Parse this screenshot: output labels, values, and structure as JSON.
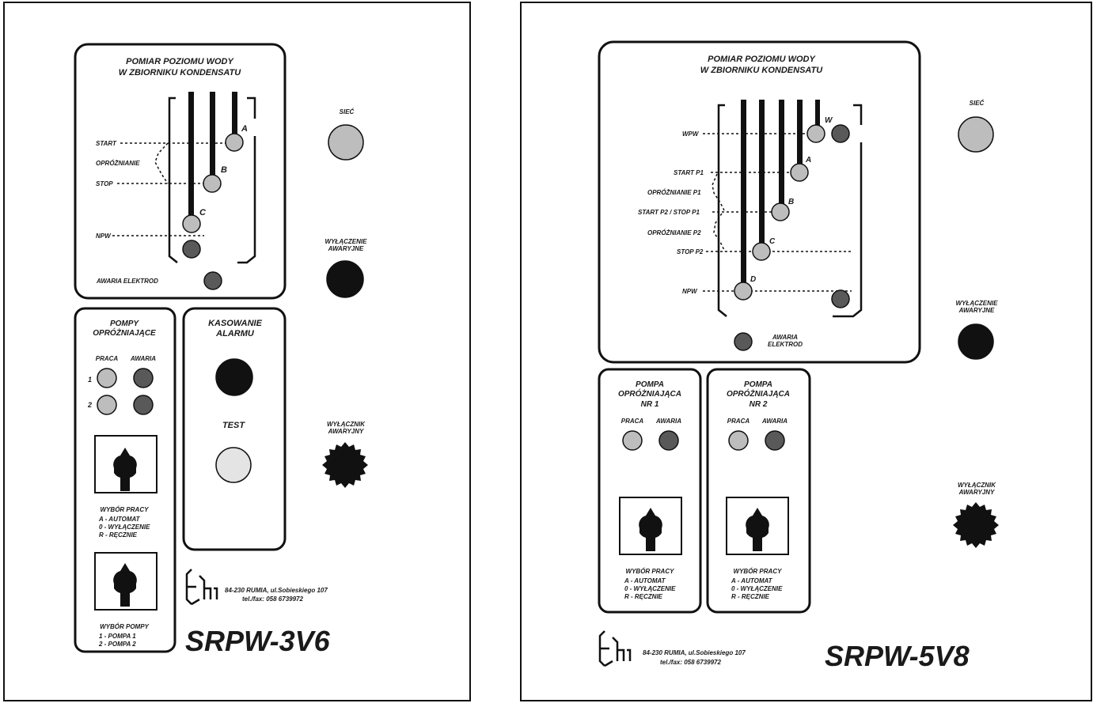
{
  "left_panel": {
    "level_title_1": "POMIAR POZIOMU WODY",
    "level_title_2": "W ZBIORNIKU KONDENSATU",
    "start": "START",
    "oproznianie": "OPRÓŻNIANIE",
    "stop": "STOP",
    "npw": "NPW",
    "electrode_a": "A",
    "electrode_b": "B",
    "electrode_c": "C",
    "awaria_elektrod": "AWARIA ELEKTROD",
    "siec": "SIEĆ",
    "emergency_off_1": "WYŁĄCZENIE",
    "emergency_off_2": "AWARYJNE",
    "pumps_title_1": "POMPY",
    "pumps_title_2": "OPRÓŻNIAJĄCE",
    "praca": "PRACA",
    "awaria": "AWARIA",
    "row1": "1",
    "row2": "2",
    "reset_title_1": "KASOWANIE",
    "reset_title_2": "ALARMU",
    "test": "TEST",
    "breaker_1": "WYŁĄCZNIK",
    "breaker_2": "AWARYJNY",
    "mode_title": "WYBÓR PRACY",
    "mode_a": "A - AUTOMAT",
    "mode_0": "0 - WYŁĄCZENIE",
    "mode_r": "R - RĘCZNIE",
    "pump_select_title": "WYBÓR POMPY",
    "pump_select_1": "1 - POMPA 1",
    "pump_select_2": "2 - POMPA 2",
    "address": "84-230 RUMIA, ul.Sobieskiego 107",
    "phone": "tel./fax: 058 6739972",
    "model": "SRPW-3V6"
  },
  "right_panel": {
    "level_title_1": "POMIAR POZIOMU WODY",
    "level_title_2": "W ZBIORNIKU KONDENSATU",
    "wpw": "WPW",
    "start_p1": "START P1",
    "oproznianie_p1": "OPRÓŻNIANIE P1",
    "start_p2_stop_p1": "START P2 / STOP P1",
    "oproznianie_p2": "OPRÓŻNIANIE P2",
    "stop_p2": "STOP P2",
    "npw": "NPW",
    "electrode_w": "W",
    "electrode_a": "A",
    "electrode_b": "B",
    "electrode_c": "C",
    "electrode_d": "D",
    "awaria_elektrod_1": "AWARIA",
    "awaria_elektrod_2": "ELEKTROD",
    "siec": "SIEĆ",
    "emergency_off_1": "WYŁĄCZENIE",
    "emergency_off_2": "AWARYJNE",
    "pump1_title_1": "POMPA",
    "pump1_title_2": "OPRÓŻNIAJĄCA",
    "pump1_title_3": "NR 1",
    "pump2_title_1": "POMPA",
    "pump2_title_2": "OPRÓŻNIAJĄCA",
    "pump2_title_3": "NR 2",
    "praca": "PRACA",
    "awaria": "AWARIA",
    "breaker_1": "WYŁĄCZNIK",
    "breaker_2": "AWARYJNY",
    "mode_title": "WYBÓR PRACY",
    "mode_a": "A - AUTOMAT",
    "mode_0": "0 - WYŁĄCZENIE",
    "mode_r": "R - RĘCZNIE",
    "address": "84-230 RUMIA, ul.Sobieskiego 107",
    "phone": "tel./fax: 058 6739972",
    "model": "SRPW-5V8"
  },
  "colors": {
    "lamp_light": "#bdbdbd",
    "lamp_dark": "#595959",
    "lamp_black": "#111111",
    "lamp_white": "#e4e4e4"
  }
}
